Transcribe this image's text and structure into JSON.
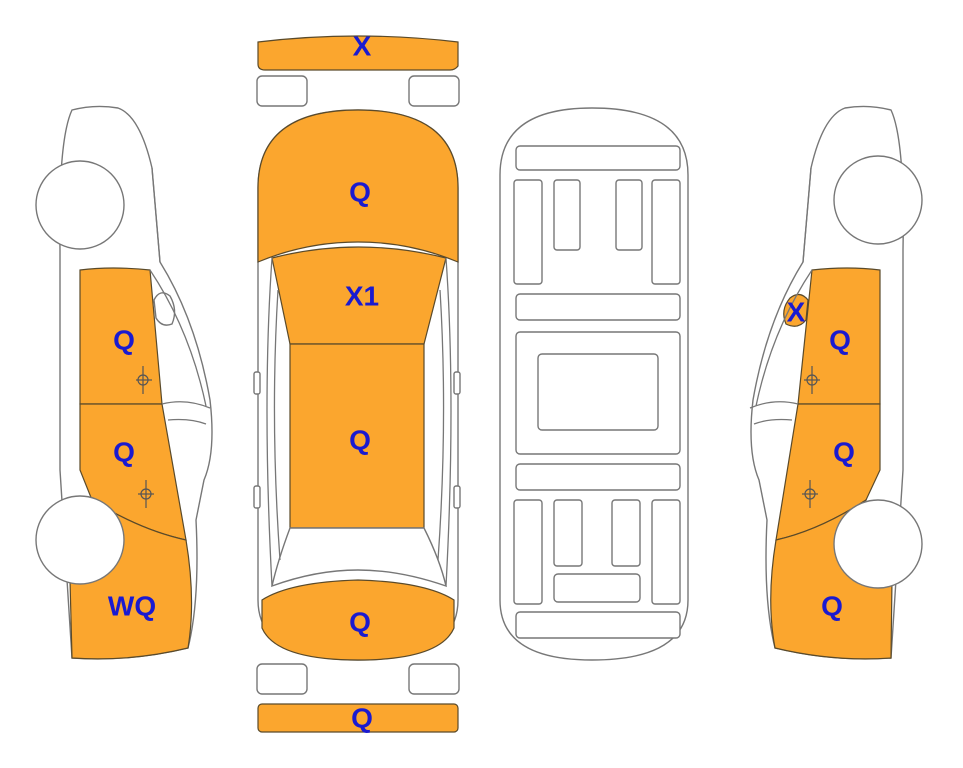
{
  "colors": {
    "damaged": "#fba62e",
    "label": "#1a1ad0",
    "outline": "#777777"
  },
  "labels": {
    "front_bumper": "X",
    "hood": "Q",
    "windshield": "X1",
    "roof": "Q",
    "trunk": "Q",
    "rear_bumper": "Q",
    "left_front_door": "Q",
    "left_rear_door": "Q",
    "left_quarter_panel": "WQ",
    "right_mirror": "X",
    "right_front_door": "Q",
    "right_rear_door": "Q",
    "right_quarter_panel": "Q"
  }
}
